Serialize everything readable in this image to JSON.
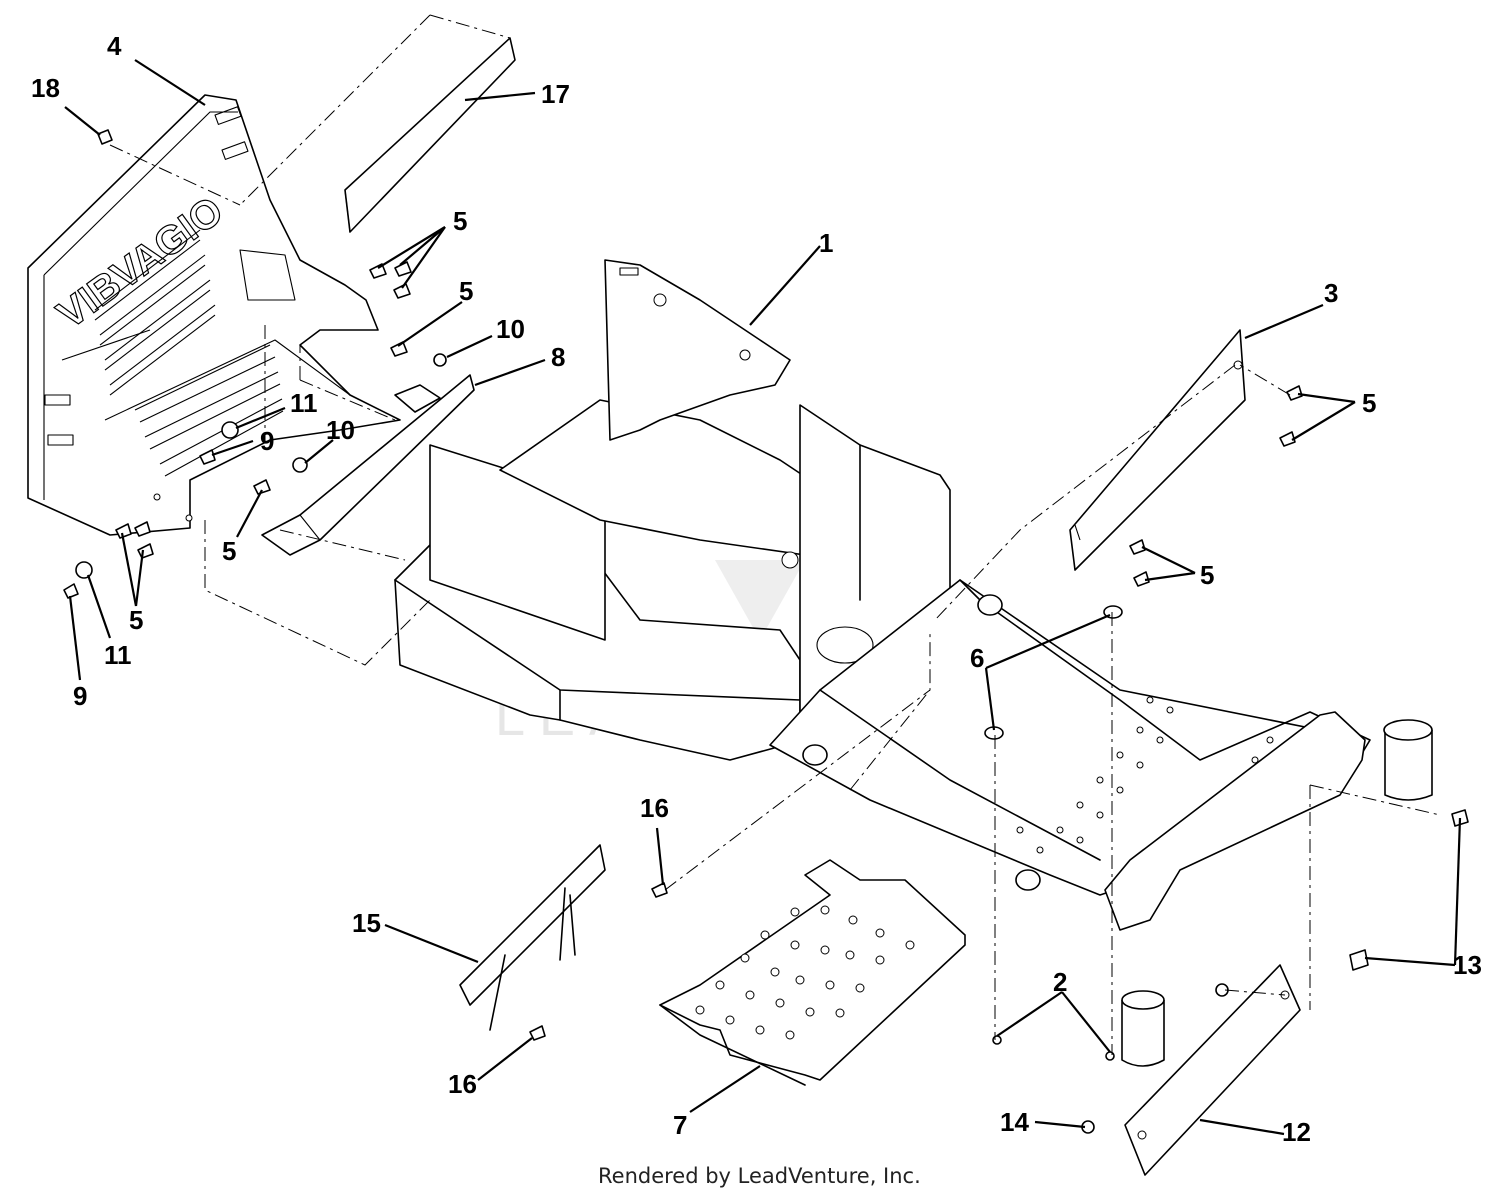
{
  "callouts": [
    {
      "id": "c1",
      "label": "1"
    },
    {
      "id": "c2",
      "label": "2"
    },
    {
      "id": "c3",
      "label": "3"
    },
    {
      "id": "c4",
      "label": "4"
    },
    {
      "id": "c5a",
      "label": "5"
    },
    {
      "id": "c5b",
      "label": "5"
    },
    {
      "id": "c5c",
      "label": "5"
    },
    {
      "id": "c5d",
      "label": "5"
    },
    {
      "id": "c5e",
      "label": "5"
    },
    {
      "id": "c5f",
      "label": "5"
    },
    {
      "id": "c6",
      "label": "6"
    },
    {
      "id": "c7",
      "label": "7"
    },
    {
      "id": "c8",
      "label": "8"
    },
    {
      "id": "c9a",
      "label": "9"
    },
    {
      "id": "c9b",
      "label": "9"
    },
    {
      "id": "c10a",
      "label": "10"
    },
    {
      "id": "c10b",
      "label": "10"
    },
    {
      "id": "c11a",
      "label": "11"
    },
    {
      "id": "c11b",
      "label": "11"
    },
    {
      "id": "c12",
      "label": "12"
    },
    {
      "id": "c13",
      "label": "13"
    },
    {
      "id": "c14",
      "label": "14"
    },
    {
      "id": "c15",
      "label": "15"
    },
    {
      "id": "c16a",
      "label": "16"
    },
    {
      "id": "c16b",
      "label": "16"
    },
    {
      "id": "c17",
      "label": "17"
    },
    {
      "id": "c18",
      "label": "18"
    }
  ],
  "footer": {
    "credit": "Rendered by LeadVenture, Inc."
  },
  "watermark": {
    "text": "LEADVENTURE"
  },
  "part_logo": {
    "text": "VIBVAGIO"
  }
}
